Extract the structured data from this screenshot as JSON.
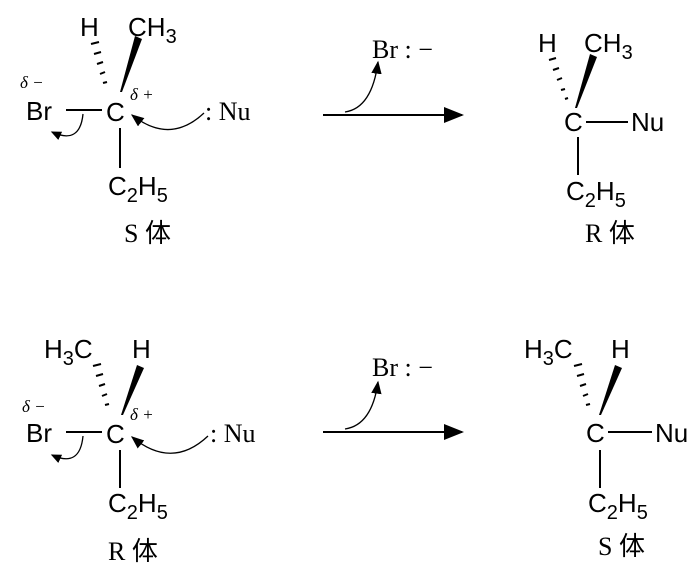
{
  "reactions": [
    {
      "reactant": {
        "top_left": "H",
        "top_right": "CH3",
        "center": "C",
        "leaving": "Br",
        "bottom": "C2H5",
        "partial_neg": "δ −",
        "partial_pos": "δ +",
        "label": "S 体"
      },
      "nucleophile": ": Nu",
      "byproduct": "Br : −",
      "product": {
        "top_left": "H",
        "top_right": "CH3",
        "center": "C",
        "right": "Nu",
        "bottom": "C2H5",
        "label": "R 体"
      }
    },
    {
      "reactant": {
        "top_left": "H3C",
        "top_right": "H",
        "center": "C",
        "leaving": "Br",
        "bottom": "C2H5",
        "partial_neg": "δ −",
        "partial_pos": "δ +",
        "label": "R 体"
      },
      "nucleophile": ": Nu",
      "byproduct": "Br : −",
      "product": {
        "top_left": "H3C",
        "top_right": "H",
        "center": "C",
        "right": "Nu",
        "bottom": "C2H5",
        "label": "S 体"
      }
    }
  ]
}
